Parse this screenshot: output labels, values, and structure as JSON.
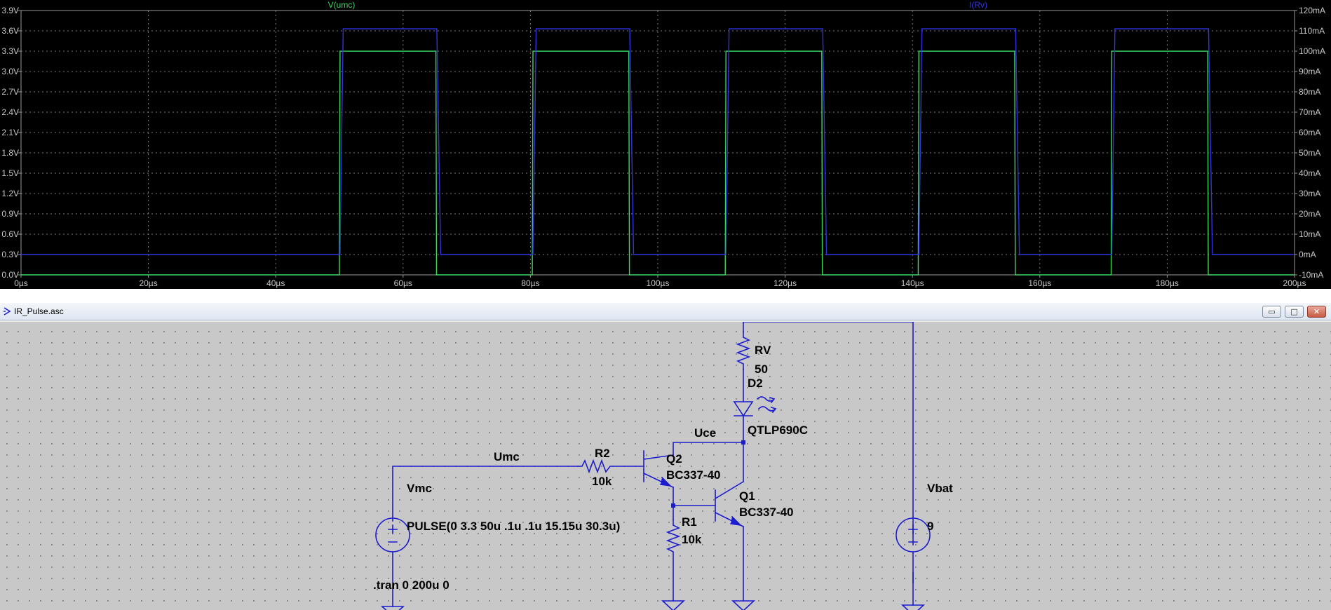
{
  "chart_data": {
    "type": "line",
    "title": "",
    "xlabel": "",
    "ylabel_left": "",
    "ylabel_right": "",
    "xlim": [
      0,
      200
    ],
    "ylim_left": [
      0.0,
      3.9
    ],
    "ylim_right": [
      -10,
      120
    ],
    "grid": true,
    "x_ticks": [
      "0µs",
      "20µs",
      "40µs",
      "60µs",
      "80µs",
      "100µs",
      "120µs",
      "140µs",
      "160µs",
      "180µs",
      "200µs"
    ],
    "y_left_ticks": [
      "0.0V",
      "0.3V",
      "0.6V",
      "0.9V",
      "1.2V",
      "1.5V",
      "1.8V",
      "2.1V",
      "2.4V",
      "2.7V",
      "3.0V",
      "3.3V",
      "3.6V",
      "3.9V"
    ],
    "y_right_ticks": [
      "-10mA",
      "0mA",
      "10mA",
      "20mA",
      "30mA",
      "40mA",
      "50mA",
      "60mA",
      "70mA",
      "80mA",
      "90mA",
      "100mA",
      "110mA",
      "120mA"
    ],
    "series": [
      {
        "name": "V(umc)",
        "color": "#39d95a",
        "axis": "left",
        "x": [
          0,
          50,
          50.1,
          65.15,
          65.25,
          80.3,
          80.4,
          95.45,
          95.55,
          110.6,
          110.7,
          125.75,
          125.85,
          140.9,
          141.0,
          156.05,
          156.15,
          171.2,
          171.3,
          186.35,
          186.45,
          200
        ],
        "y": [
          0,
          0,
          3.3,
          3.3,
          0,
          0,
          3.3,
          3.3,
          0,
          0,
          3.3,
          3.3,
          0,
          0,
          3.3,
          3.3,
          0,
          0,
          3.3,
          3.3,
          0,
          0
        ]
      },
      {
        "name": "I(Rv)",
        "color": "#2f34e6",
        "axis": "right",
        "x": [
          0,
          50.1,
          50.6,
          65.3,
          65.9,
          80.4,
          80.9,
          95.6,
          96.2,
          110.7,
          111.2,
          125.9,
          126.5,
          141.0,
          141.5,
          156.2,
          156.8,
          171.3,
          171.8,
          186.5,
          187.1,
          200
        ],
        "y": [
          0,
          0,
          111,
          111,
          0,
          0,
          111,
          111,
          0,
          0,
          111,
          111,
          0,
          0,
          111,
          111,
          0,
          0,
          111,
          111,
          0,
          0
        ]
      }
    ]
  },
  "colors": {
    "plot_bg": "#000000",
    "grid": "#7a7a7a",
    "frame": "#9a9a9a",
    "wire": "#1b1bd0",
    "component": "#1b1bd0",
    "canvas_bg": "#c8c8c8"
  },
  "window": {
    "title": "IR_Pulse.asc",
    "icon": "ltspice-schematic-icon",
    "min_label": "▭",
    "max_label": "□",
    "close_label": "✕"
  },
  "schematic": {
    "components": {
      "rv": {
        "ref": "RV",
        "value": "50"
      },
      "d2": {
        "ref": "D2",
        "value": "QTLP690C"
      },
      "r2": {
        "ref": "R2",
        "value": "10k"
      },
      "r1": {
        "ref": "R1",
        "value": "10k"
      },
      "q2": {
        "ref": "Q2",
        "value": "BC337-40"
      },
      "q1": {
        "ref": "Q1",
        "value": "BC337-40"
      },
      "vmc": {
        "ref": "Vmc",
        "value": "PULSE(0 3.3 50u .1u .1u 15.15u 30.3u)"
      },
      "vbat": {
        "ref": "Vbat",
        "value": "9"
      }
    },
    "nets": {
      "uce": "Uce",
      "umc": "Umc"
    },
    "directive": ".tran 0 200u 0"
  }
}
